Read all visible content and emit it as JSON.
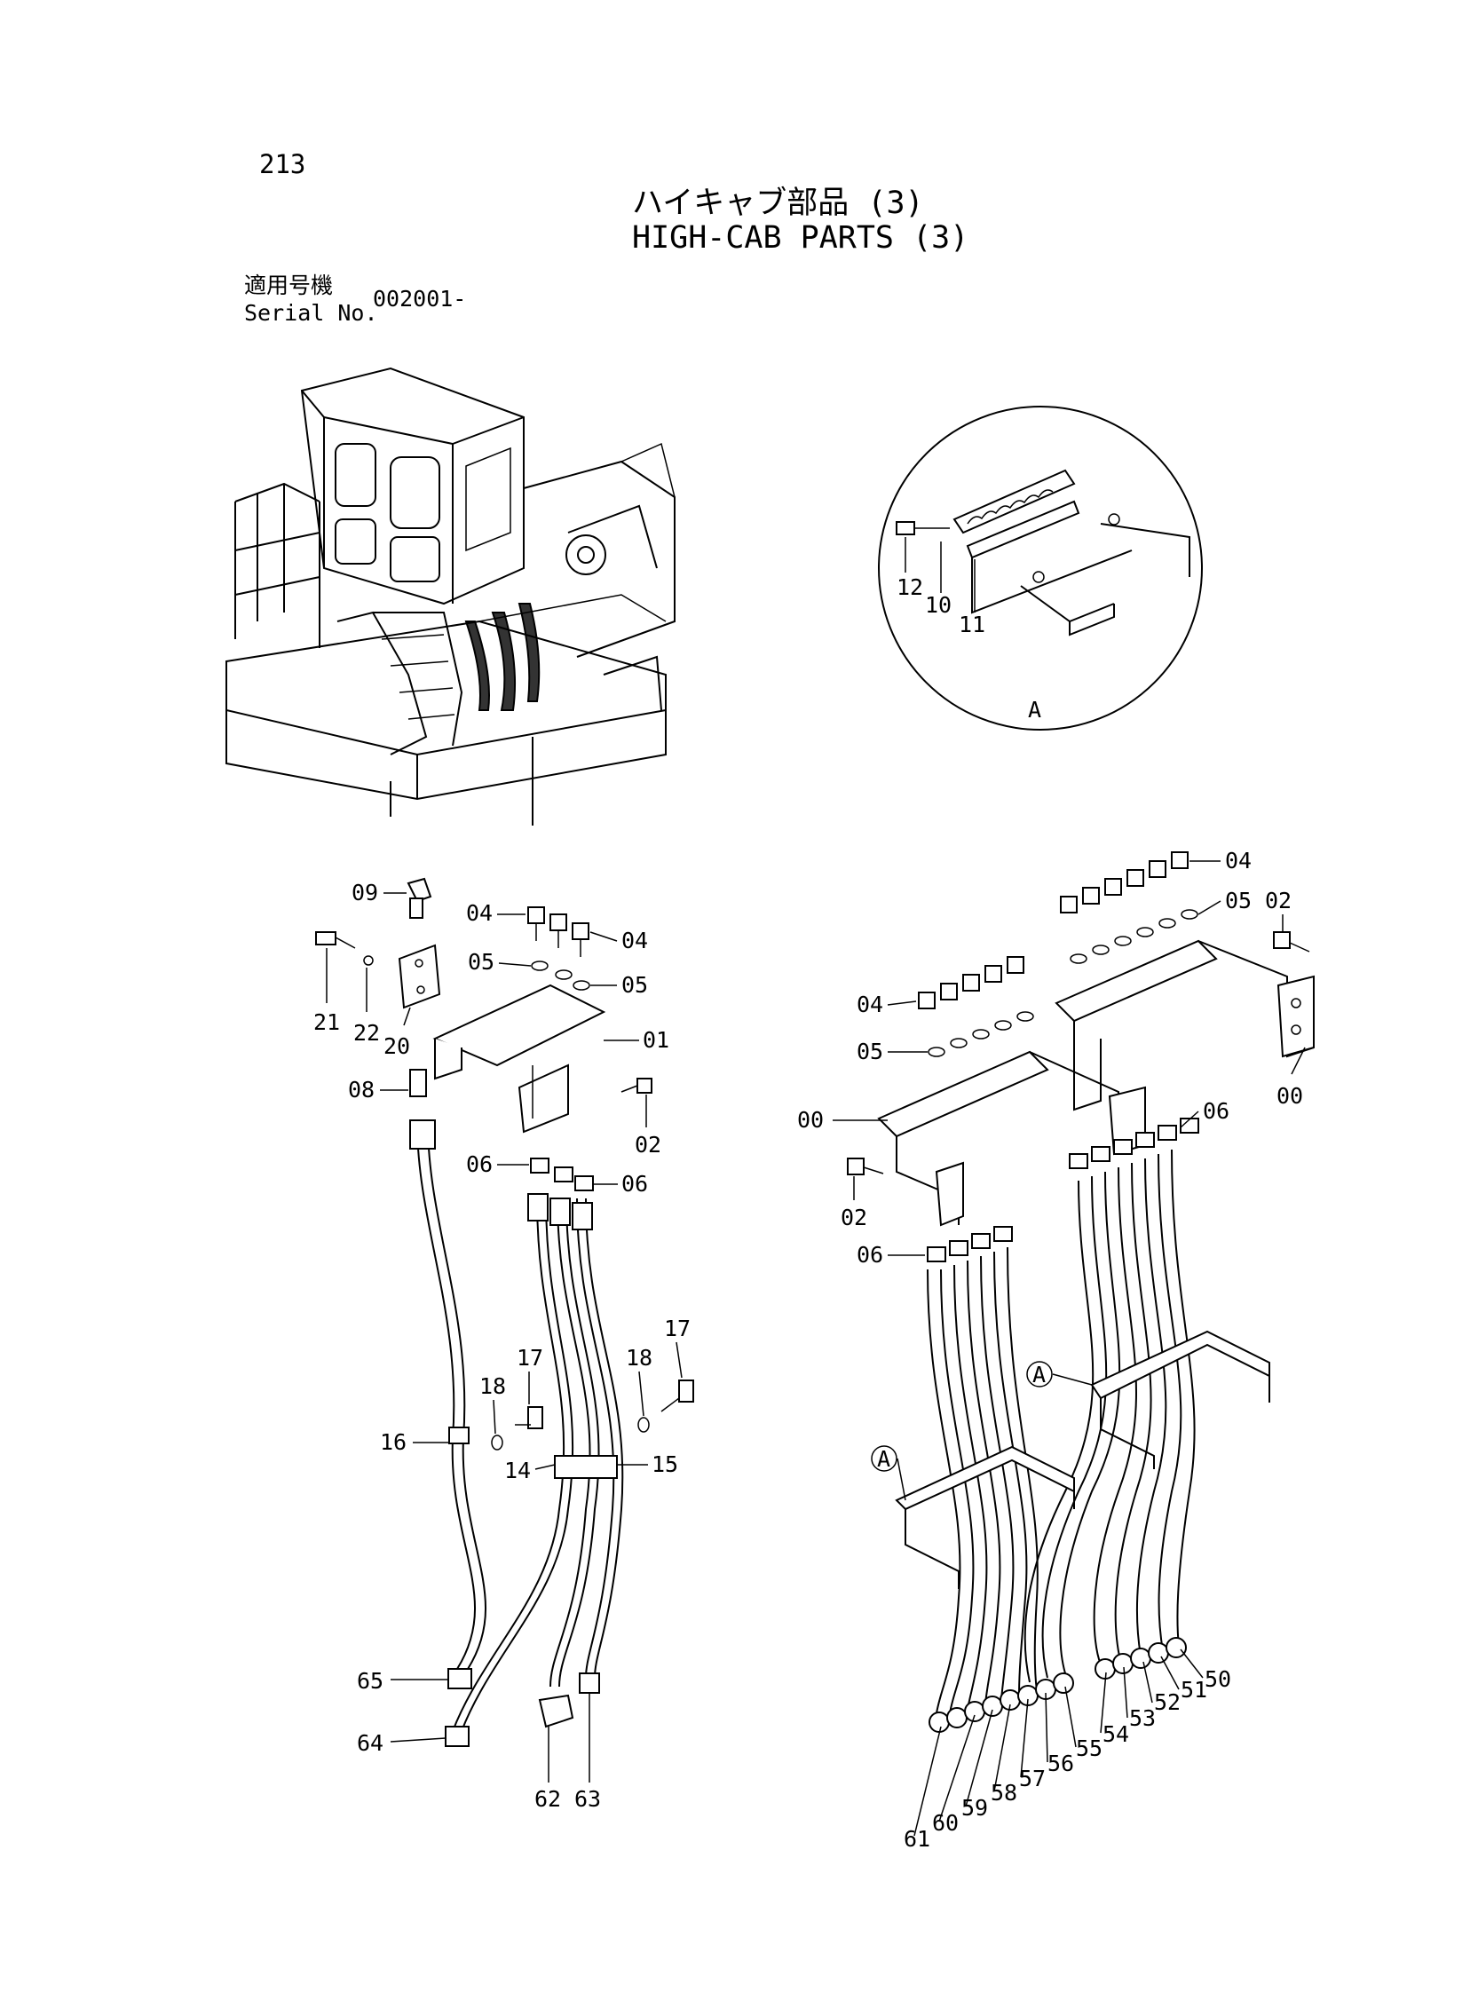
{
  "page": {
    "number": "213",
    "title_ja": "ハイキャブ部品 (3)",
    "title_en": "HIGH-CAB PARTS (3)",
    "serial_label_ja": "適用号機",
    "serial_label_en": "Serial No.",
    "serial_value": "002001-"
  },
  "detail": {
    "marker": "A",
    "callouts": [
      "12",
      "10",
      "11"
    ]
  },
  "left_assembly": {
    "callouts": [
      "09",
      "04",
      "04",
      "05",
      "05",
      "01",
      "21",
      "22",
      "20",
      "08",
      "02",
      "06",
      "06",
      "17",
      "18",
      "17",
      "18",
      "16",
      "14",
      "15",
      "65",
      "64",
      "62",
      "63"
    ]
  },
  "right_assembly": {
    "callouts": [
      "04",
      "05",
      "02",
      "00",
      "04",
      "05",
      "00",
      "06",
      "02",
      "06",
      "A",
      "A",
      "50",
      "51",
      "52",
      "53",
      "54",
      "55",
      "56",
      "57",
      "58",
      "59",
      "60",
      "61"
    ]
  }
}
